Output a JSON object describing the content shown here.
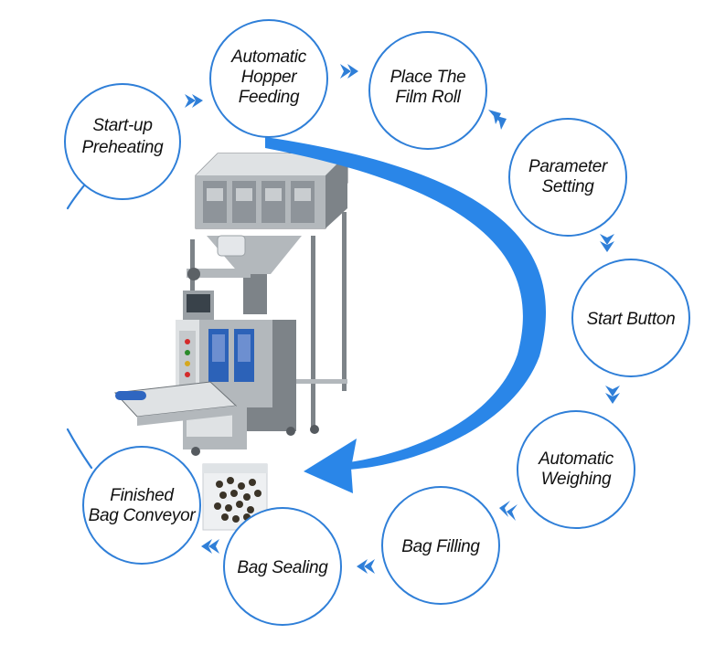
{
  "diagram": {
    "steps": [
      {
        "id": "start-up-preheating",
        "lines": [
          "Start-up",
          "Preheating"
        ]
      },
      {
        "id": "automatic-hopper-feeding",
        "lines": [
          "Automatic",
          "Hopper",
          "Feeding"
        ]
      },
      {
        "id": "place-the-film-roll",
        "lines": [
          "Place The",
          "Film Roll"
        ]
      },
      {
        "id": "parameter-setting",
        "lines": [
          "Parameter",
          "Setting"
        ]
      },
      {
        "id": "start-button",
        "lines": [
          "Start Button"
        ]
      },
      {
        "id": "automatic-weighing",
        "lines": [
          "Automatic",
          "Weighing"
        ]
      },
      {
        "id": "bag-filling",
        "lines": [
          "Bag Filling"
        ]
      },
      {
        "id": "bag-sealing",
        "lines": [
          "Bag Sealing"
        ]
      },
      {
        "id": "finished-bag-conveyor",
        "lines": [
          "Finished",
          "Bag Conveyor"
        ]
      }
    ],
    "colors": {
      "accent": "#2f7fd8",
      "arrow": "#2a86e8",
      "node_fill": "#ffffff",
      "text": "#111111"
    },
    "images": {
      "machine": "packaging-machine-illustration",
      "product": "packed-bag-of-screws"
    }
  }
}
